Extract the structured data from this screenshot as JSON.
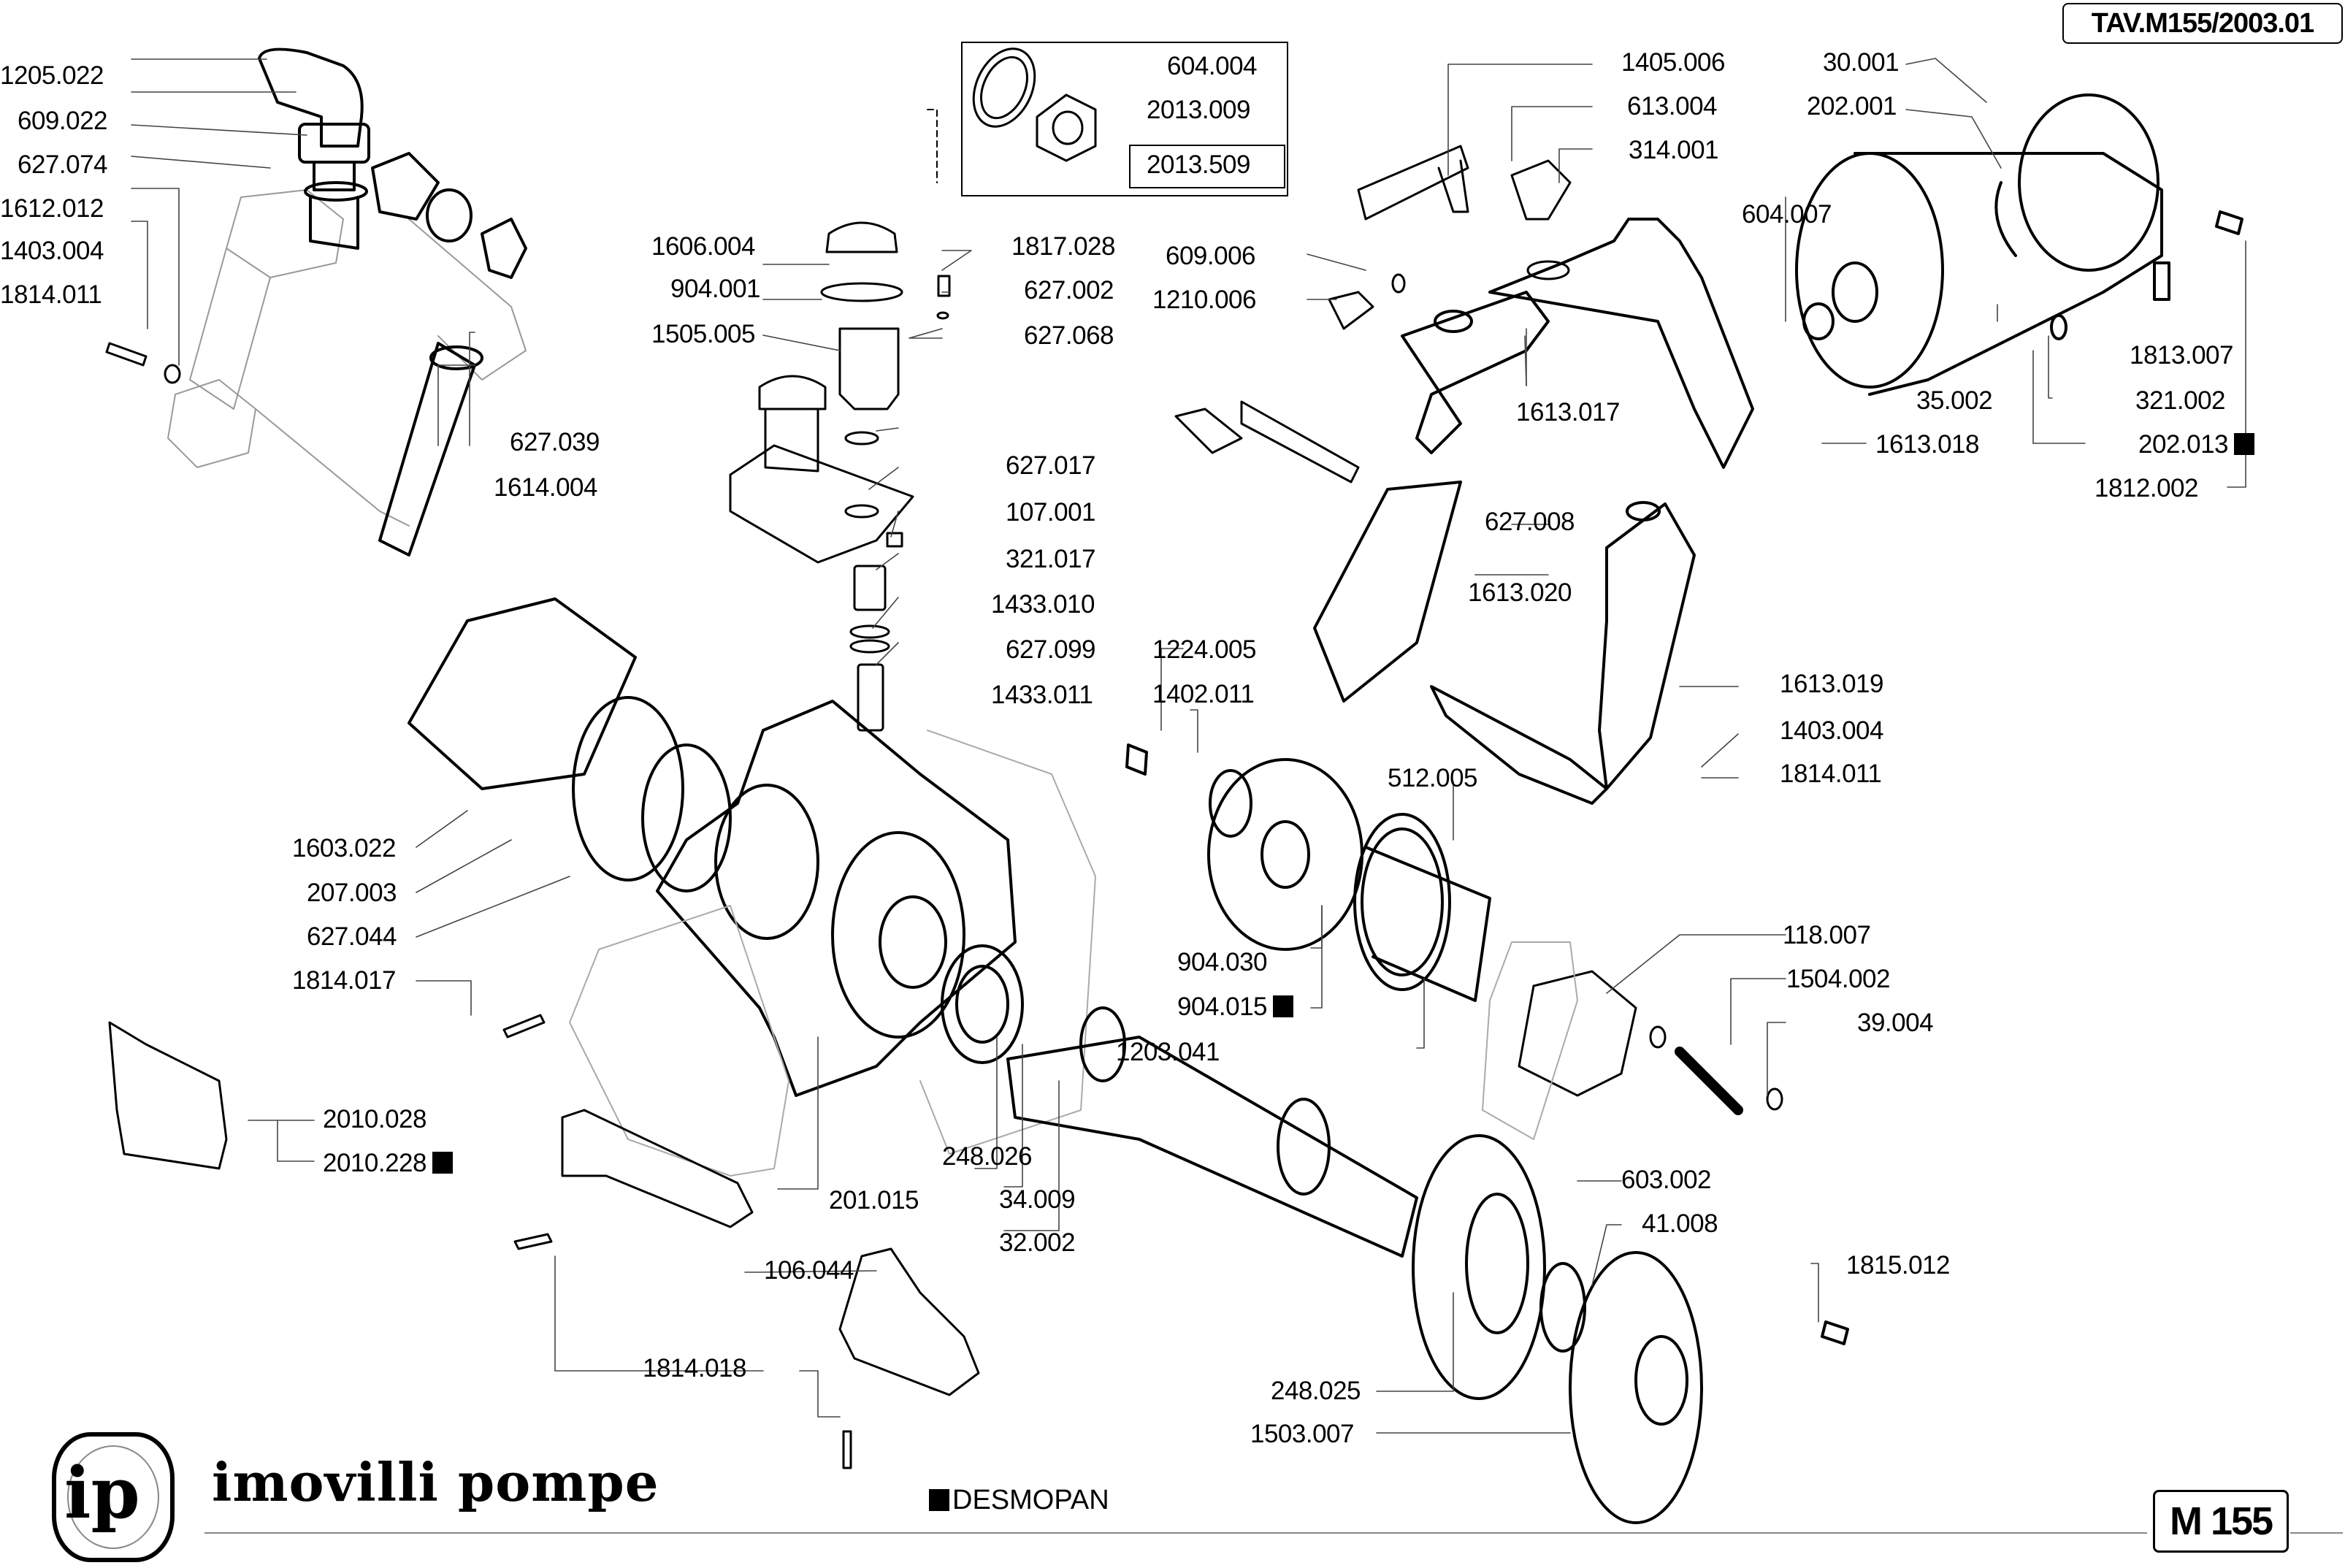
{
  "header": {
    "drawing_code": "TAV.M155/2003.01"
  },
  "footer": {
    "brand_monogram": "ip",
    "brand_name": "imovilli pompe",
    "legend_text": "DESMOPAN",
    "model_code": "M 155"
  },
  "inset_kit": {
    "parts": [
      "604.004",
      "2013.009"
    ],
    "kit_code": "2013.509"
  },
  "part_labels": [
    {
      "id": "1205.022",
      "desmopan": false
    },
    {
      "id": "609.022",
      "desmopan": false
    },
    {
      "id": "627.074",
      "desmopan": false
    },
    {
      "id": "1612.012",
      "desmopan": false
    },
    {
      "id": "1403.004",
      "desmopan": false
    },
    {
      "id": "1814.011",
      "desmopan": false
    },
    {
      "id": "627.039",
      "desmopan": false
    },
    {
      "id": "1614.004",
      "desmopan": false
    },
    {
      "id": "1606.004",
      "desmopan": false
    },
    {
      "id": "904.001",
      "desmopan": false
    },
    {
      "id": "1505.005",
      "desmopan": false
    },
    {
      "id": "1817.028",
      "desmopan": false
    },
    {
      "id": "627.002",
      "desmopan": false
    },
    {
      "id": "627.068",
      "desmopan": false
    },
    {
      "id": "627.017",
      "desmopan": false
    },
    {
      "id": "107.001",
      "desmopan": false
    },
    {
      "id": "321.017",
      "desmopan": false
    },
    {
      "id": "1433.010",
      "desmopan": false
    },
    {
      "id": "627.099",
      "desmopan": false
    },
    {
      "id": "1433.011",
      "desmopan": false
    },
    {
      "id": "1405.006",
      "desmopan": false
    },
    {
      "id": "613.004",
      "desmopan": false
    },
    {
      "id": "314.001",
      "desmopan": false
    },
    {
      "id": "609.006",
      "desmopan": false
    },
    {
      "id": "1210.006",
      "desmopan": false
    },
    {
      "id": "1613.017",
      "desmopan": false
    },
    {
      "id": "604.007",
      "desmopan": false
    },
    {
      "id": "1613.018",
      "desmopan": false
    },
    {
      "id": "30.001",
      "desmopan": false
    },
    {
      "id": "202.001",
      "desmopan": false
    },
    {
      "id": "1813.007",
      "desmopan": false
    },
    {
      "id": "35.002",
      "desmopan": false
    },
    {
      "id": "321.002",
      "desmopan": false
    },
    {
      "id": "202.013",
      "desmopan": true
    },
    {
      "id": "1812.002",
      "desmopan": false
    },
    {
      "id": "627.008",
      "desmopan": false
    },
    {
      "id": "1613.020",
      "desmopan": false
    },
    {
      "id": "1224.005",
      "desmopan": false
    },
    {
      "id": "1402.011",
      "desmopan": false
    },
    {
      "id": "1613.019",
      "desmopan": false
    },
    {
      "id": "1403.004",
      "desmopan": false
    },
    {
      "id": "1814.011",
      "desmopan": false
    },
    {
      "id": "512.005",
      "desmopan": false
    },
    {
      "id": "1603.022",
      "desmopan": false
    },
    {
      "id": "207.003",
      "desmopan": false
    },
    {
      "id": "627.044",
      "desmopan": false
    },
    {
      "id": "1814.017",
      "desmopan": false
    },
    {
      "id": "904.030",
      "desmopan": false
    },
    {
      "id": "904.015",
      "desmopan": true
    },
    {
      "id": "1203.041",
      "desmopan": false
    },
    {
      "id": "118.007",
      "desmopan": false
    },
    {
      "id": "1504.002",
      "desmopan": false
    },
    {
      "id": "39.004",
      "desmopan": false
    },
    {
      "id": "2010.028",
      "desmopan": false
    },
    {
      "id": "2010.228",
      "desmopan": true
    },
    {
      "id": "248.026",
      "desmopan": false
    },
    {
      "id": "34.009",
      "desmopan": false
    },
    {
      "id": "201.015",
      "desmopan": false
    },
    {
      "id": "32.002",
      "desmopan": false
    },
    {
      "id": "106.044",
      "desmopan": false
    },
    {
      "id": "603.002",
      "desmopan": false
    },
    {
      "id": "41.008",
      "desmopan": false
    },
    {
      "id": "1815.012",
      "desmopan": false
    },
    {
      "id": "1814.018",
      "desmopan": false
    },
    {
      "id": "248.025",
      "desmopan": false
    },
    {
      "id": "1503.007",
      "desmopan": false
    }
  ]
}
